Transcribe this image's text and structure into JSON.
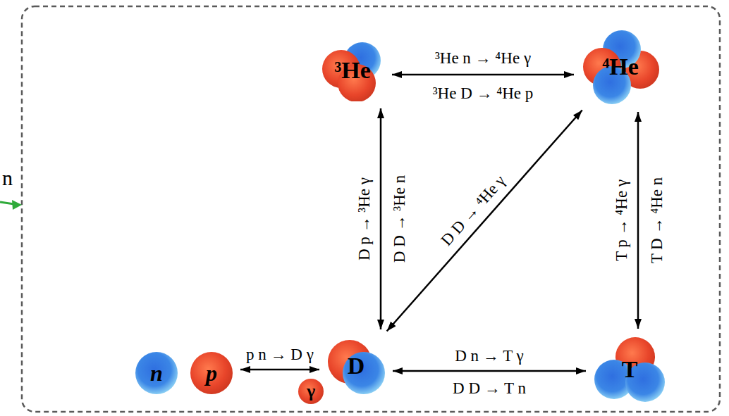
{
  "diagram": {
    "nodes": [
      {
        "text": [
          "³He"
        ]
      },
      {
        "text": [
          "⁴He"
        ]
      },
      {
        "text": [
          "n"
        ]
      },
      {
        "text": [
          "p"
        ]
      },
      {
        "text": [
          "D"
        ]
      },
      {
        "text": [
          "T"
        ]
      },
      {
        "text": [
          "γ"
        ]
      }
    ],
    "edges": [
      {
        "from": 3,
        "to": 4,
        "arrow": "both",
        "label": "p n → D γ"
      },
      {
        "from": 4,
        "to": 5,
        "arrow": "both",
        "label": "D n → T γ"
      },
      {
        "from": 4,
        "to": 0,
        "arrow": "both",
        "label": "D p → ³He γ"
      },
      {
        "from": 4,
        "to": 1,
        "arrow": "both",
        "label": "D D → ⁴He γ"
      },
      {
        "from": 0,
        "to": 1,
        "arrow": "both",
        "label": "³He n → ⁴He γ"
      },
      {
        "from": 5,
        "to": 1,
        "arrow": "both",
        "label": "T p → ⁴He γ"
      }
    ],
    "labels": [
      "n",
      "D D → T n",
      "D D → ³He n",
      "³He D → ⁴He p",
      "T D → ⁴He n"
    ]
  }
}
